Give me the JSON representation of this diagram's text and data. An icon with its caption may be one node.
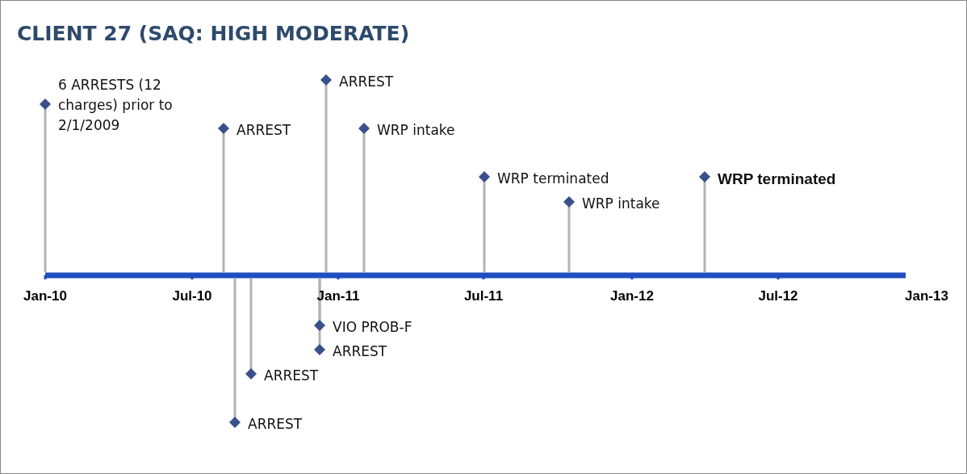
{
  "diagram": {
    "title": "CLIENT 27 (SAQ: HIGH MODERATE)",
    "nodes": [
      {
        "text": [
          "6 ARRESTS (12 charges) prior to 2/1/2009"
        ]
      },
      {
        "text": [
          "ARREST"
        ]
      },
      {
        "text": [
          "ARREST"
        ]
      },
      {
        "text": [
          "WRP intake"
        ]
      },
      {
        "text": [
          "WRP terminated"
        ]
      },
      {
        "text": [
          "WRP intake"
        ]
      },
      {
        "text": [
          "WRP terminated"
        ]
      },
      {
        "text": [
          "VIO PROB-F"
        ]
      },
      {
        "text": [
          "ARREST"
        ]
      },
      {
        "text": [
          "ARREST"
        ]
      },
      {
        "text": [
          "ARREST"
        ]
      }
    ],
    "labels": [
      "Jan-10",
      "Jul-10",
      "Jan-11",
      "Jul-11",
      "Jan-12",
      "Jul-12",
      "Jan-13"
    ]
  }
}
